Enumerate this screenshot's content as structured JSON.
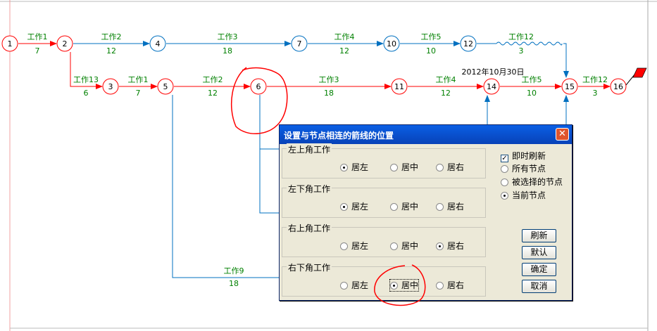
{
  "diagram": {
    "nodes": [
      "1",
      "2",
      "3",
      "4",
      "5",
      "6",
      "7",
      "10",
      "11",
      "12",
      "14",
      "15",
      "16"
    ],
    "tasks": [
      {
        "name": "工作1",
        "duration": "7"
      },
      {
        "name": "工作2",
        "duration": "12"
      },
      {
        "name": "工作3",
        "duration": "18"
      },
      {
        "name": "工作4",
        "duration": "12"
      },
      {
        "name": "工作5",
        "duration": "10"
      },
      {
        "name": "工作12",
        "duration": "3"
      },
      {
        "name": "工作13",
        "duration": "6"
      },
      {
        "name": "工作1",
        "duration": "7"
      },
      {
        "name": "工作2",
        "duration": "12"
      },
      {
        "name": "工作3",
        "duration": "18"
      },
      {
        "name": "工作4",
        "duration": "12"
      },
      {
        "name": "工作5",
        "duration": "10"
      },
      {
        "name": "工作12",
        "duration": "3"
      },
      {
        "name": "工作9",
        "duration": "18"
      }
    ],
    "date_label": "2012年10月30日"
  },
  "dialog": {
    "title": "设置与节点相连的箭线的位置",
    "close_glyph": "✕",
    "groups": [
      {
        "title": "左上角工作",
        "options": [
          "居左",
          "居中",
          "居右"
        ],
        "selected": 0
      },
      {
        "title": "左下角工作",
        "options": [
          "居左",
          "居中",
          "居右"
        ],
        "selected": 0
      },
      {
        "title": "右上角工作",
        "options": [
          "居左",
          "居中",
          "居右"
        ],
        "selected": 2
      },
      {
        "title": "右下角工作",
        "options": [
          "居左",
          "居中",
          "居右"
        ],
        "selected": 1
      }
    ],
    "instant_refresh": {
      "label": "即时刷新",
      "checked": true
    },
    "scope_options": [
      "所有节点",
      "被选择的节点",
      "当前节点"
    ],
    "scope_selected": 2,
    "buttons": {
      "refresh": "刷新",
      "default": "默认",
      "ok": "确定",
      "cancel": "取消"
    }
  },
  "colors": {
    "critical": "#ff0000",
    "normal": "#0070c0",
    "label": "#008000"
  }
}
